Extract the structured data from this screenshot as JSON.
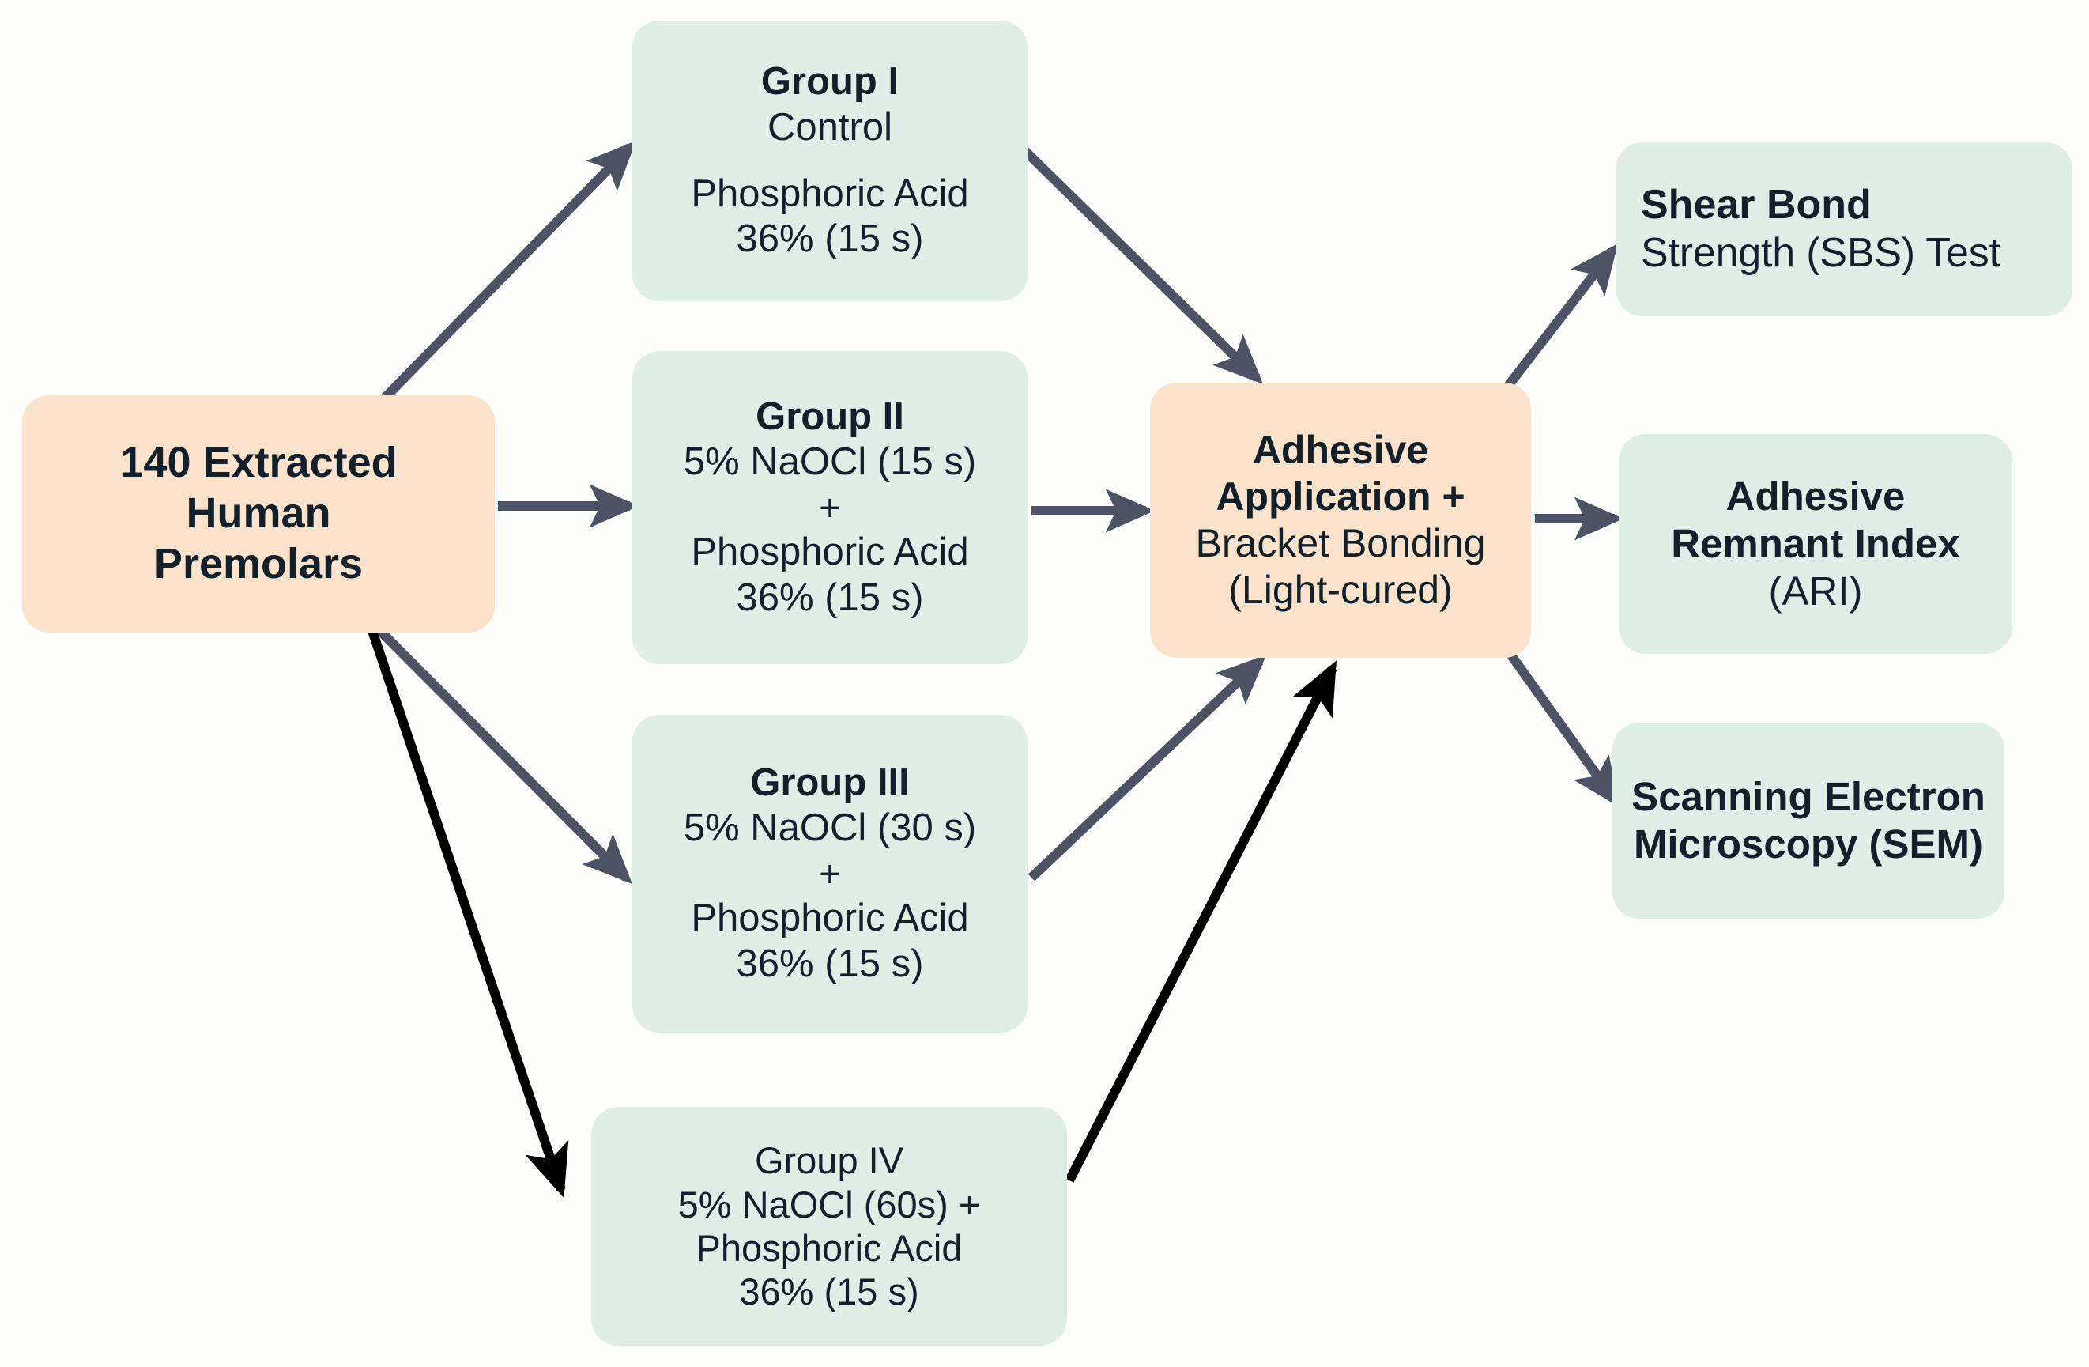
{
  "diagram": {
    "title": "Study design flowchart for orthodontic bracket bonding with NaOCl pretreatment",
    "colors": {
      "mint_fill": "#dfefe8",
      "peach_fill": "#fae3ca",
      "arrow_gray": "#4b5364",
      "arrow_black": "#000000",
      "text": "#12202b",
      "background": "#fdfdfc"
    }
  },
  "nodes": {
    "source": {
      "name": "source-sample",
      "lines": [
        "140 Extracted",
        "Human",
        "Premolars"
      ],
      "bold": [
        true,
        true,
        true
      ]
    },
    "group1": {
      "name": "group-one",
      "lines": [
        "Group I",
        "Control",
        "Phosphoric Acid",
        "36% (15 s)"
      ],
      "bold": [
        true,
        false,
        false,
        false
      ]
    },
    "group2": {
      "name": "group-two",
      "lines": [
        "Group II",
        "5% NaOCl (15 s)",
        "+",
        "Phosphoric Acid",
        "36% (15 s)"
      ],
      "bold": [
        true,
        false,
        false,
        false,
        false
      ]
    },
    "group3": {
      "name": "group-three",
      "lines": [
        "Group III",
        "5% NaOCl (30 s)",
        "+",
        "Phosphoric Acid",
        "36% (15 s)"
      ],
      "bold": [
        true,
        false,
        false,
        false,
        false
      ]
    },
    "group4": {
      "name": "group-four",
      "lines": [
        "Group IV",
        "5% NaOCl (60s) +",
        "Phosphoric Acid",
        "36% (15 s)"
      ],
      "bold": [
        false,
        false,
        false,
        false
      ]
    },
    "adhesive": {
      "name": "adhesive-application",
      "lines": [
        "Adhesive",
        "Application +",
        "Bracket Bonding",
        "(Light-cured)"
      ],
      "bold": [
        true,
        true,
        false,
        false
      ]
    },
    "sbs": {
      "name": "shear-bond-strength-test",
      "line1_bold": "Shear Bond",
      "line2_bold": "Strength ",
      "line2_regular": "(SBS) Test"
    },
    "ari": {
      "name": "adhesive-remnant-index",
      "lines": [
        "Adhesive",
        "Remnant Index",
        "(ARI)"
      ],
      "bold": [
        true,
        true,
        false
      ]
    },
    "sem": {
      "name": "scanning-electron-microscopy",
      "lines": [
        "Scanning Electron",
        "Microscopy (SEM)"
      ],
      "bold": [
        true,
        true
      ]
    }
  },
  "edges": [
    {
      "name": "source-to-group1",
      "from": "source",
      "to": "group1",
      "color": "gray"
    },
    {
      "name": "source-to-group2",
      "from": "source",
      "to": "group2",
      "color": "gray"
    },
    {
      "name": "source-to-group3",
      "from": "source",
      "to": "group3",
      "color": "gray"
    },
    {
      "name": "source-to-group4",
      "from": "source",
      "to": "group4",
      "color": "black"
    },
    {
      "name": "group1-to-adhesive",
      "from": "group1",
      "to": "adhesive",
      "color": "gray"
    },
    {
      "name": "group2-to-adhesive",
      "from": "group2",
      "to": "adhesive",
      "color": "gray"
    },
    {
      "name": "group3-to-adhesive",
      "from": "group3",
      "to": "adhesive",
      "color": "gray"
    },
    {
      "name": "group4-to-adhesive",
      "from": "group4",
      "to": "adhesive",
      "color": "black"
    },
    {
      "name": "adhesive-to-sbs",
      "from": "adhesive",
      "to": "sbs",
      "color": "gray"
    },
    {
      "name": "adhesive-to-ari",
      "from": "adhesive",
      "to": "ari",
      "color": "gray"
    },
    {
      "name": "adhesive-to-sem",
      "from": "adhesive",
      "to": "sem",
      "color": "gray"
    }
  ]
}
